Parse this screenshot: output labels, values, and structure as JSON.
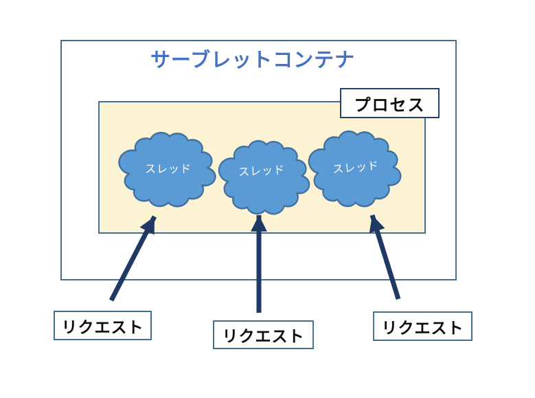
{
  "diagram": {
    "title": "サーブレットコンテナ",
    "process_label": "プロセス",
    "threads": [
      {
        "label": "スレッド"
      },
      {
        "label": "スレッド"
      },
      {
        "label": "スレッド"
      }
    ],
    "requests": [
      {
        "label": "リクエスト"
      },
      {
        "label": "リクエスト"
      },
      {
        "label": "リクエスト"
      }
    ],
    "colors": {
      "title_text": "#4472C4",
      "outer_border": "#44708F",
      "process_area_fill": "#FCF2D4",
      "process_label_border": "#24426B",
      "cloud_fill": "#5B9BD5",
      "cloud_stroke": "#41719C",
      "cloud_text": "#FFFFFF",
      "arrow": "#1F3864",
      "request_text": "#0A0A0A",
      "background": "#FFFFFF"
    }
  }
}
